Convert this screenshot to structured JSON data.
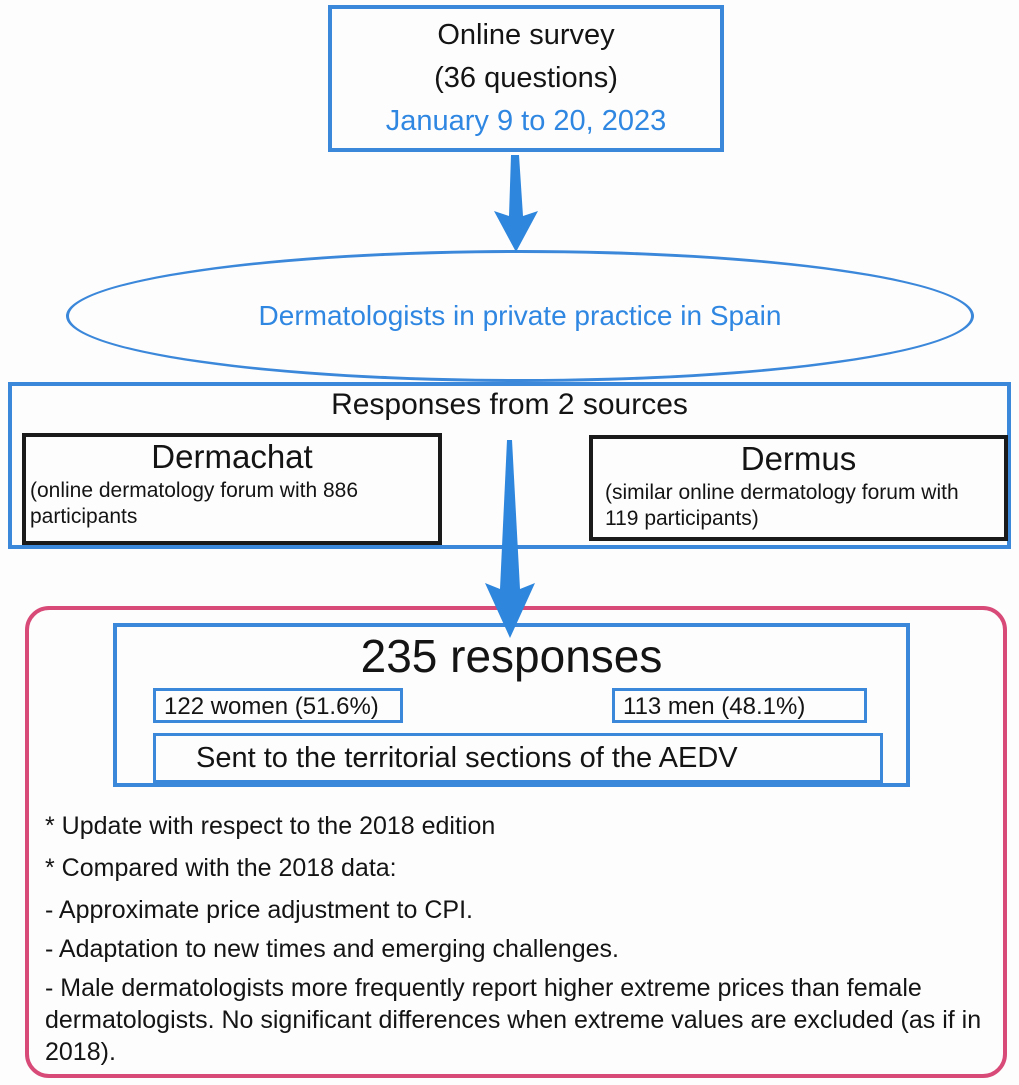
{
  "colors": {
    "blue_border": "#3b87da",
    "blue_arrow": "#2e86dd",
    "blue_text": "#2f87e2",
    "pink_border": "#d84a78",
    "black_border": "#1a1a1a"
  },
  "survey_box": {
    "line1": "Online survey",
    "line2": "(36 questions)",
    "line3": "January 9 to 20, 2023"
  },
  "population_ellipse": {
    "label": "Dermatologists in private practice in Spain"
  },
  "sources_box": {
    "title": "Responses from 2 sources",
    "dermachat": {
      "name": "Dermachat",
      "description_line1": "(online dermatology forum with 886",
      "description_line2": "participants"
    },
    "dermus": {
      "name": "Dermus",
      "description_line1": "(similar online dermatology forum with",
      "description_line2": "119 participants)"
    }
  },
  "results_box": {
    "total": "235 responses",
    "women": "122 women (51.6%)",
    "men": "113 men (48.1%)",
    "distribution": "Sent to the territorial sections of the AEDV",
    "notes": [
      "* Update with respect to the 2018 edition",
      "* Compared with the 2018 data:",
      "- Approximate price adjustment to CPI.",
      "- Adaptation to new times and emerging challenges.",
      "- Male dermatologists more frequently report higher extreme prices than female dermatologists. No significant differences when extreme values are excluded (as if in 2018)."
    ]
  }
}
